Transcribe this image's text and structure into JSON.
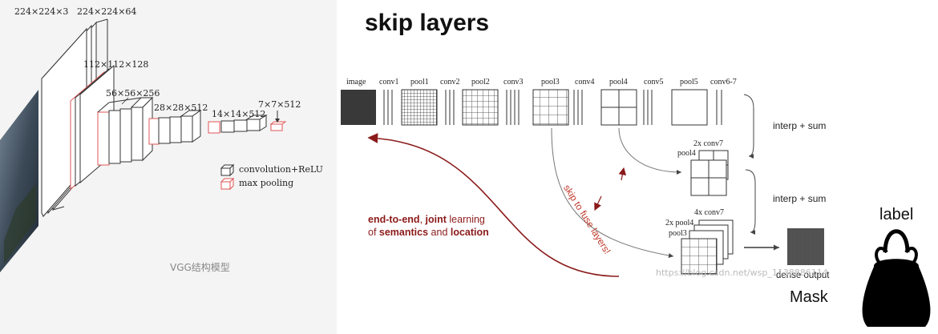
{
  "vgg": {
    "dims": [
      "224×224×3",
      "224×224×64",
      "112×112×128",
      "56×56×256",
      "28×28×512",
      "14×14×512",
      "7×7×512"
    ],
    "legend_conv": "convolution+ReLU",
    "legend_pool": "max pooling",
    "caption": "VGG结构模型"
  },
  "title": "skip layers",
  "layers": [
    "image",
    "conv1",
    "pool1",
    "conv2",
    "pool2",
    "conv3",
    "pool3",
    "conv4",
    "pool4",
    "conv5",
    "pool5",
    "conv6-7"
  ],
  "fuse": {
    "conv7_2x": "2x conv7",
    "pool4": "pool4",
    "conv7_4x": "4x conv7",
    "pool4_2x": "2x pool4",
    "pool3": "pool3",
    "interp_sum": "interp + sum",
    "dense_output": "dense output"
  },
  "annot": {
    "e2e_bold1": "end-to-end",
    "e2e_sep": ", ",
    "e2e_bold2": "joint",
    "e2e_rest": " learning",
    "line2_of": "of ",
    "line2_b1": "semantics",
    "line2_and": " and ",
    "line2_b2": "location",
    "skip": "skip to fuse layers!"
  },
  "side": {
    "label": "label",
    "mask": "Mask"
  },
  "watermark": "https://blog.csdn.net/wsp_1138886114",
  "colors": {
    "accent_red": "#8b1a1a",
    "pool_red": "#e05555"
  }
}
